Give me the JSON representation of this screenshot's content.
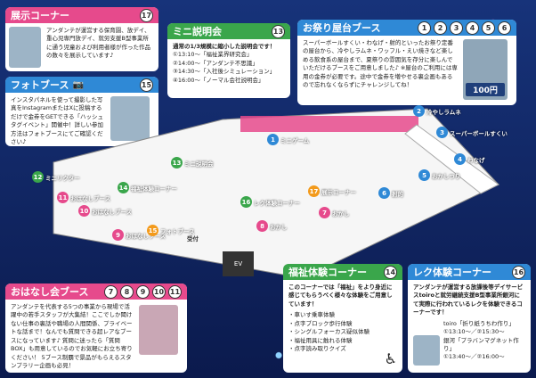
{
  "exhibit": {
    "title": "展示コーナー",
    "num": "17",
    "text": "アンダンテが運営する保育園、放デイ、重心児専門放デイ、就労支援B型事業所に通う児童および利用者様が作った作品の数々を展示しています♪"
  },
  "photobooth": {
    "title": "フォトブース",
    "num": "15",
    "text": "インスタパネルを使って撮影した写真をInstagramまたはXに投稿するだけで金券をGETできる「ハッシュタグイベント」開催中！詳しい参加方法はフォトブースにてご確認ください♪"
  },
  "mini_talk": {
    "title": "ミニ説明会",
    "num": "13",
    "intro": "通常の1/3規模に縮小した説明会です！",
    "items": [
      "①13:10～「福祉業界研究会」",
      "②14:00～「アンダンテ不思議」",
      "③14:30～「入社後シミュレーション」",
      "④16:00～「ノーマル会社説明会」"
    ]
  },
  "stalls": {
    "title": "お祭り屋台ブース",
    "nums": [
      "1",
      "2",
      "3",
      "4",
      "5",
      "6"
    ],
    "text": "スーパーボールすくい・わなげ・射的といったお祭り定番の屋台から、冷やしラムネ・ワッフル・えい焼きなど楽しめる飲食系の屋台まで、夏祭りの雰囲気を存分に楽しんでいただけるブースをご用意しました♪ ※屋台のご利用には専用の金券が必要です。途中で金券を増やせる裏企画もあるので忘れなくならずにチャレンジしてね！",
    "price": "100円"
  },
  "map": {
    "ev": "EV",
    "reception": "受付",
    "labels": {
      "l1": "ミニゲーム",
      "l2": "冷やしラムネ",
      "l3": "スーパーボールすくい",
      "l4": "わなげ",
      "l5": "おかしつり",
      "l6": "射的",
      "l7": "おかし",
      "l8": "おかし",
      "l9": "おはなしブース",
      "l10": "おはなしブース",
      "l11": "おはなしブース",
      "l12": "ミニリクター",
      "l13": "ミニ説明会",
      "l14": "福祉体験コーナー",
      "l15": "フォトブース",
      "l16": "レク体験コーナー",
      "l17": "展示コーナー"
    }
  },
  "talk_corner": {
    "title": "おはなし会ブース",
    "nums": [
      "7",
      "8",
      "9",
      "10",
      "11"
    ],
    "text": "アンダンテを代表する5つの事業から現場で活躍中の若手スタッフが大集結！ここでしか聞けない仕事の裏話や職場の人間関係、プライベートな話まで！なんでも質問できる超レアなブースになっています♪ 質問に迷ったら「質問BOX」も用意しているのでお気軽にお立ち寄りください！ 5ブース制覇で景品がもらえるスタンプラリー企画も必見！"
  },
  "welfare": {
    "title": "福祉体験コーナー",
    "num": "14",
    "intro": "このコーナーでは「福祉」をより身近に感じてもらうべく様々な体験をご用意しています！",
    "items": [
      "・車いす乗車体験",
      "・点字ブロック歩行体験",
      "・シングルフォーカス疑似体験",
      "・福祉用具に触れる体験",
      "・点字読み取りクイズ"
    ]
  },
  "rec": {
    "title": "レク体験コーナー",
    "num": "16",
    "text": "アンダンテが運営する放課後等デイサービスtoiroと就労継続支援B型事業所銀河にて実際に行われているレクを体験できるコーナーです！",
    "items": [
      "toiro「折り紙うちわ作り」",
      "①13:10～／②15:30～",
      "銀河「プラバンマグネット作り」",
      "①13:40～／②16:00～"
    ]
  }
}
